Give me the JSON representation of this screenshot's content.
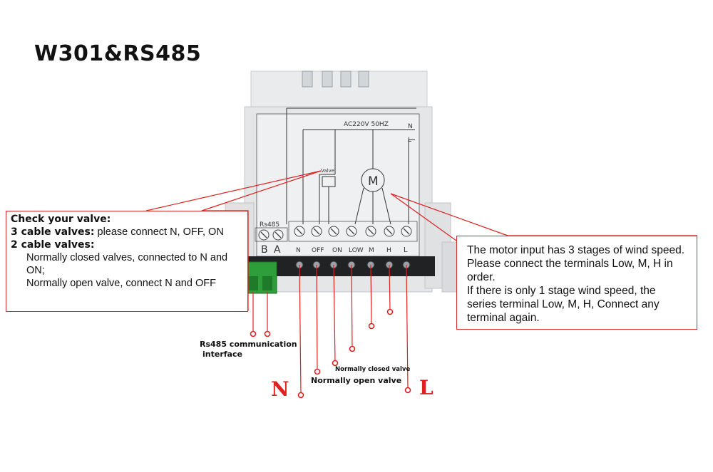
{
  "title": "W301&RS485",
  "device": {
    "rs485_label": "Rs485",
    "supply_label": "AC220V 50HZ",
    "right_rail_labels": [
      "N",
      "L"
    ],
    "valve_label": "Valve",
    "motor_label": "M",
    "terminal_labels": [
      "B",
      "A",
      "N",
      "OFF",
      "ON",
      "LOW",
      "M",
      "H",
      "L"
    ]
  },
  "left_note": {
    "heading": "Check your valve:",
    "three_cable_bold": "3 cable valves:",
    "three_cable_text": " please connect N, OFF, ON",
    "two_cable_heading": "2 cable valves:",
    "nc_text": "Normally closed valves, connected to N and ON;",
    "no_text": "Normally open valve, connect N and OFF"
  },
  "right_note": {
    "text": "The motor input has 3 stages of wind speed. Please connect the terminals Low, M, H in order.",
    "text2": "If there is only 1 stage wind speed, the series terminal Low, M, H, Connect any terminal again."
  },
  "labels": {
    "rs485_line1": "Rs485 communication",
    "rs485_line2": "interface",
    "normally_closed": "Normally closed valve",
    "normally_open": "Normally open valve",
    "n_big": "N",
    "l_big": "L"
  },
  "colors": {
    "accent_red": "#d22a2a",
    "device_grey": "#e4e6e8",
    "terminal_green": "#2e9e3a"
  }
}
